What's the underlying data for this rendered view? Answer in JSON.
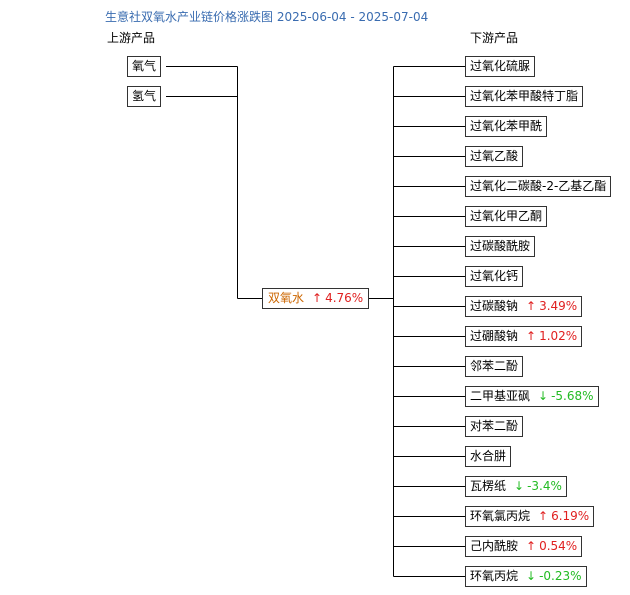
{
  "title": "生意社双氧水产业链价格涨跌图 2025-06-04 - 2025-07-04",
  "upstream_heading": "上游产品",
  "downstream_heading": "下游产品",
  "colors": {
    "up": "#e02020",
    "down": "#22bb22",
    "center": "#cc6600",
    "title": "#3a6cb0"
  },
  "upstream": [
    {
      "name": "氧气"
    },
    {
      "name": "氢气"
    }
  ],
  "center": {
    "name": "双氧水",
    "arrow": "↑",
    "change": "4.76%",
    "direction": "up"
  },
  "downstream": [
    {
      "name": "过氧化硫脲",
      "arrow": "",
      "change": "",
      "direction": ""
    },
    {
      "name": "过氧化苯甲酸特丁脂",
      "arrow": "",
      "change": "",
      "direction": ""
    },
    {
      "name": "过氧化苯甲酰",
      "arrow": "",
      "change": "",
      "direction": ""
    },
    {
      "name": "过氧乙酸",
      "arrow": "",
      "change": "",
      "direction": ""
    },
    {
      "name": "过氧化二碳酸-2-乙基乙酯",
      "arrow": "",
      "change": "",
      "direction": ""
    },
    {
      "name": "过氧化甲乙酮",
      "arrow": "",
      "change": "",
      "direction": ""
    },
    {
      "name": "过碳酸酰胺",
      "arrow": "",
      "change": "",
      "direction": ""
    },
    {
      "name": "过氧化钙",
      "arrow": "",
      "change": "",
      "direction": ""
    },
    {
      "name": "过碳酸钠",
      "arrow": "↑",
      "change": "3.49%",
      "direction": "up"
    },
    {
      "name": "过硼酸钠",
      "arrow": "↑",
      "change": "1.02%",
      "direction": "up"
    },
    {
      "name": "邻苯二酚",
      "arrow": "",
      "change": "",
      "direction": ""
    },
    {
      "name": "二甲基亚砜",
      "arrow": "↓",
      "change": "-5.68%",
      "direction": "down"
    },
    {
      "name": "对苯二酚",
      "arrow": "",
      "change": "",
      "direction": ""
    },
    {
      "name": "水合肼",
      "arrow": "",
      "change": "",
      "direction": ""
    },
    {
      "name": "瓦楞纸",
      "arrow": "↓",
      "change": "-3.4%",
      "direction": "down"
    },
    {
      "name": "环氧氯丙烷",
      "arrow": "↑",
      "change": "6.19%",
      "direction": "up"
    },
    {
      "name": "己内酰胺",
      "arrow": "↑",
      "change": "0.54%",
      "direction": "up"
    },
    {
      "name": "环氧丙烷",
      "arrow": "↓",
      "change": "-0.23%",
      "direction": "down"
    }
  ]
}
